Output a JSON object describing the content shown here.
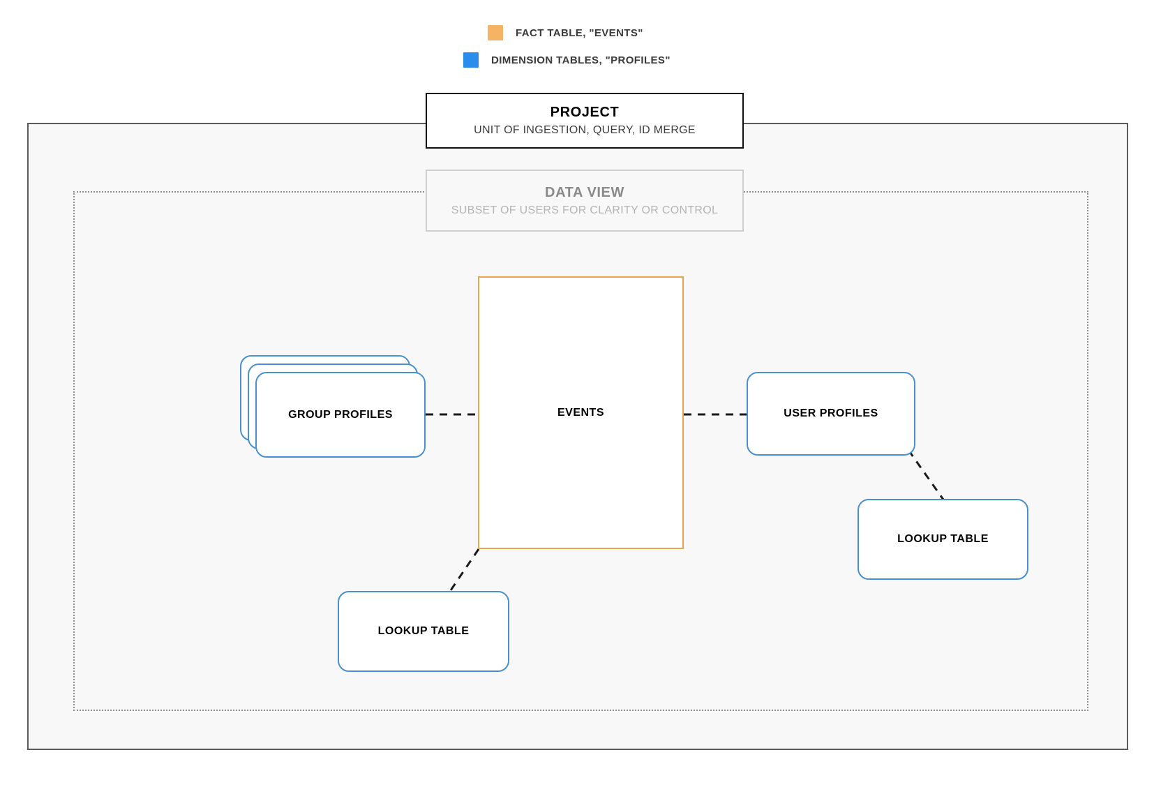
{
  "legend": {
    "items": [
      {
        "swatch_color": "#f5b463",
        "label": "FACT TABLE, \"EVENTS\"",
        "icon": "square-swatch-icon"
      },
      {
        "swatch_color": "#2a8ceb",
        "label": "DIMENSION TABLES, \"PROFILES\"",
        "icon": "square-swatch-icon"
      }
    ]
  },
  "project_card": {
    "title": "PROJECT",
    "subtitle": "UNIT OF INGESTION, QUERY, ID MERGE",
    "border_color": "#111111"
  },
  "data_view_card": {
    "title": "DATA VIEW",
    "subtitle": "SUBSET OF USERS FOR CLARITY OR CONTROL",
    "border_color": "#cfcfcf"
  },
  "nodes": {
    "events": {
      "label": "EVENTS",
      "color": "#e8a84e",
      "kind": "fact-table"
    },
    "group_profiles": {
      "label": "GROUP PROFILES",
      "color": "#4a90cc",
      "kind": "dimension-table-stack"
    },
    "user_profiles": {
      "label": "USER PROFILES",
      "color": "#4a90cc",
      "kind": "dimension-table"
    },
    "lookup_table_left": {
      "label": "LOOKUP TABLE",
      "color": "#4a90cc",
      "kind": "dimension-table"
    },
    "lookup_table_right": {
      "label": "LOOKUP TABLE",
      "color": "#4a90cc",
      "kind": "dimension-table"
    }
  },
  "frames": {
    "outer_label": "PROJECT",
    "inner_label": "DATA VIEW"
  },
  "connectors": [
    {
      "from": "group_profiles",
      "to": "events",
      "style": "dashed"
    },
    {
      "from": "events",
      "to": "user_profiles",
      "style": "dashed"
    },
    {
      "from": "user_profiles",
      "to": "lookup_table_right",
      "style": "dashed"
    },
    {
      "from": "events",
      "to": "lookup_table_left",
      "style": "dashed"
    }
  ]
}
